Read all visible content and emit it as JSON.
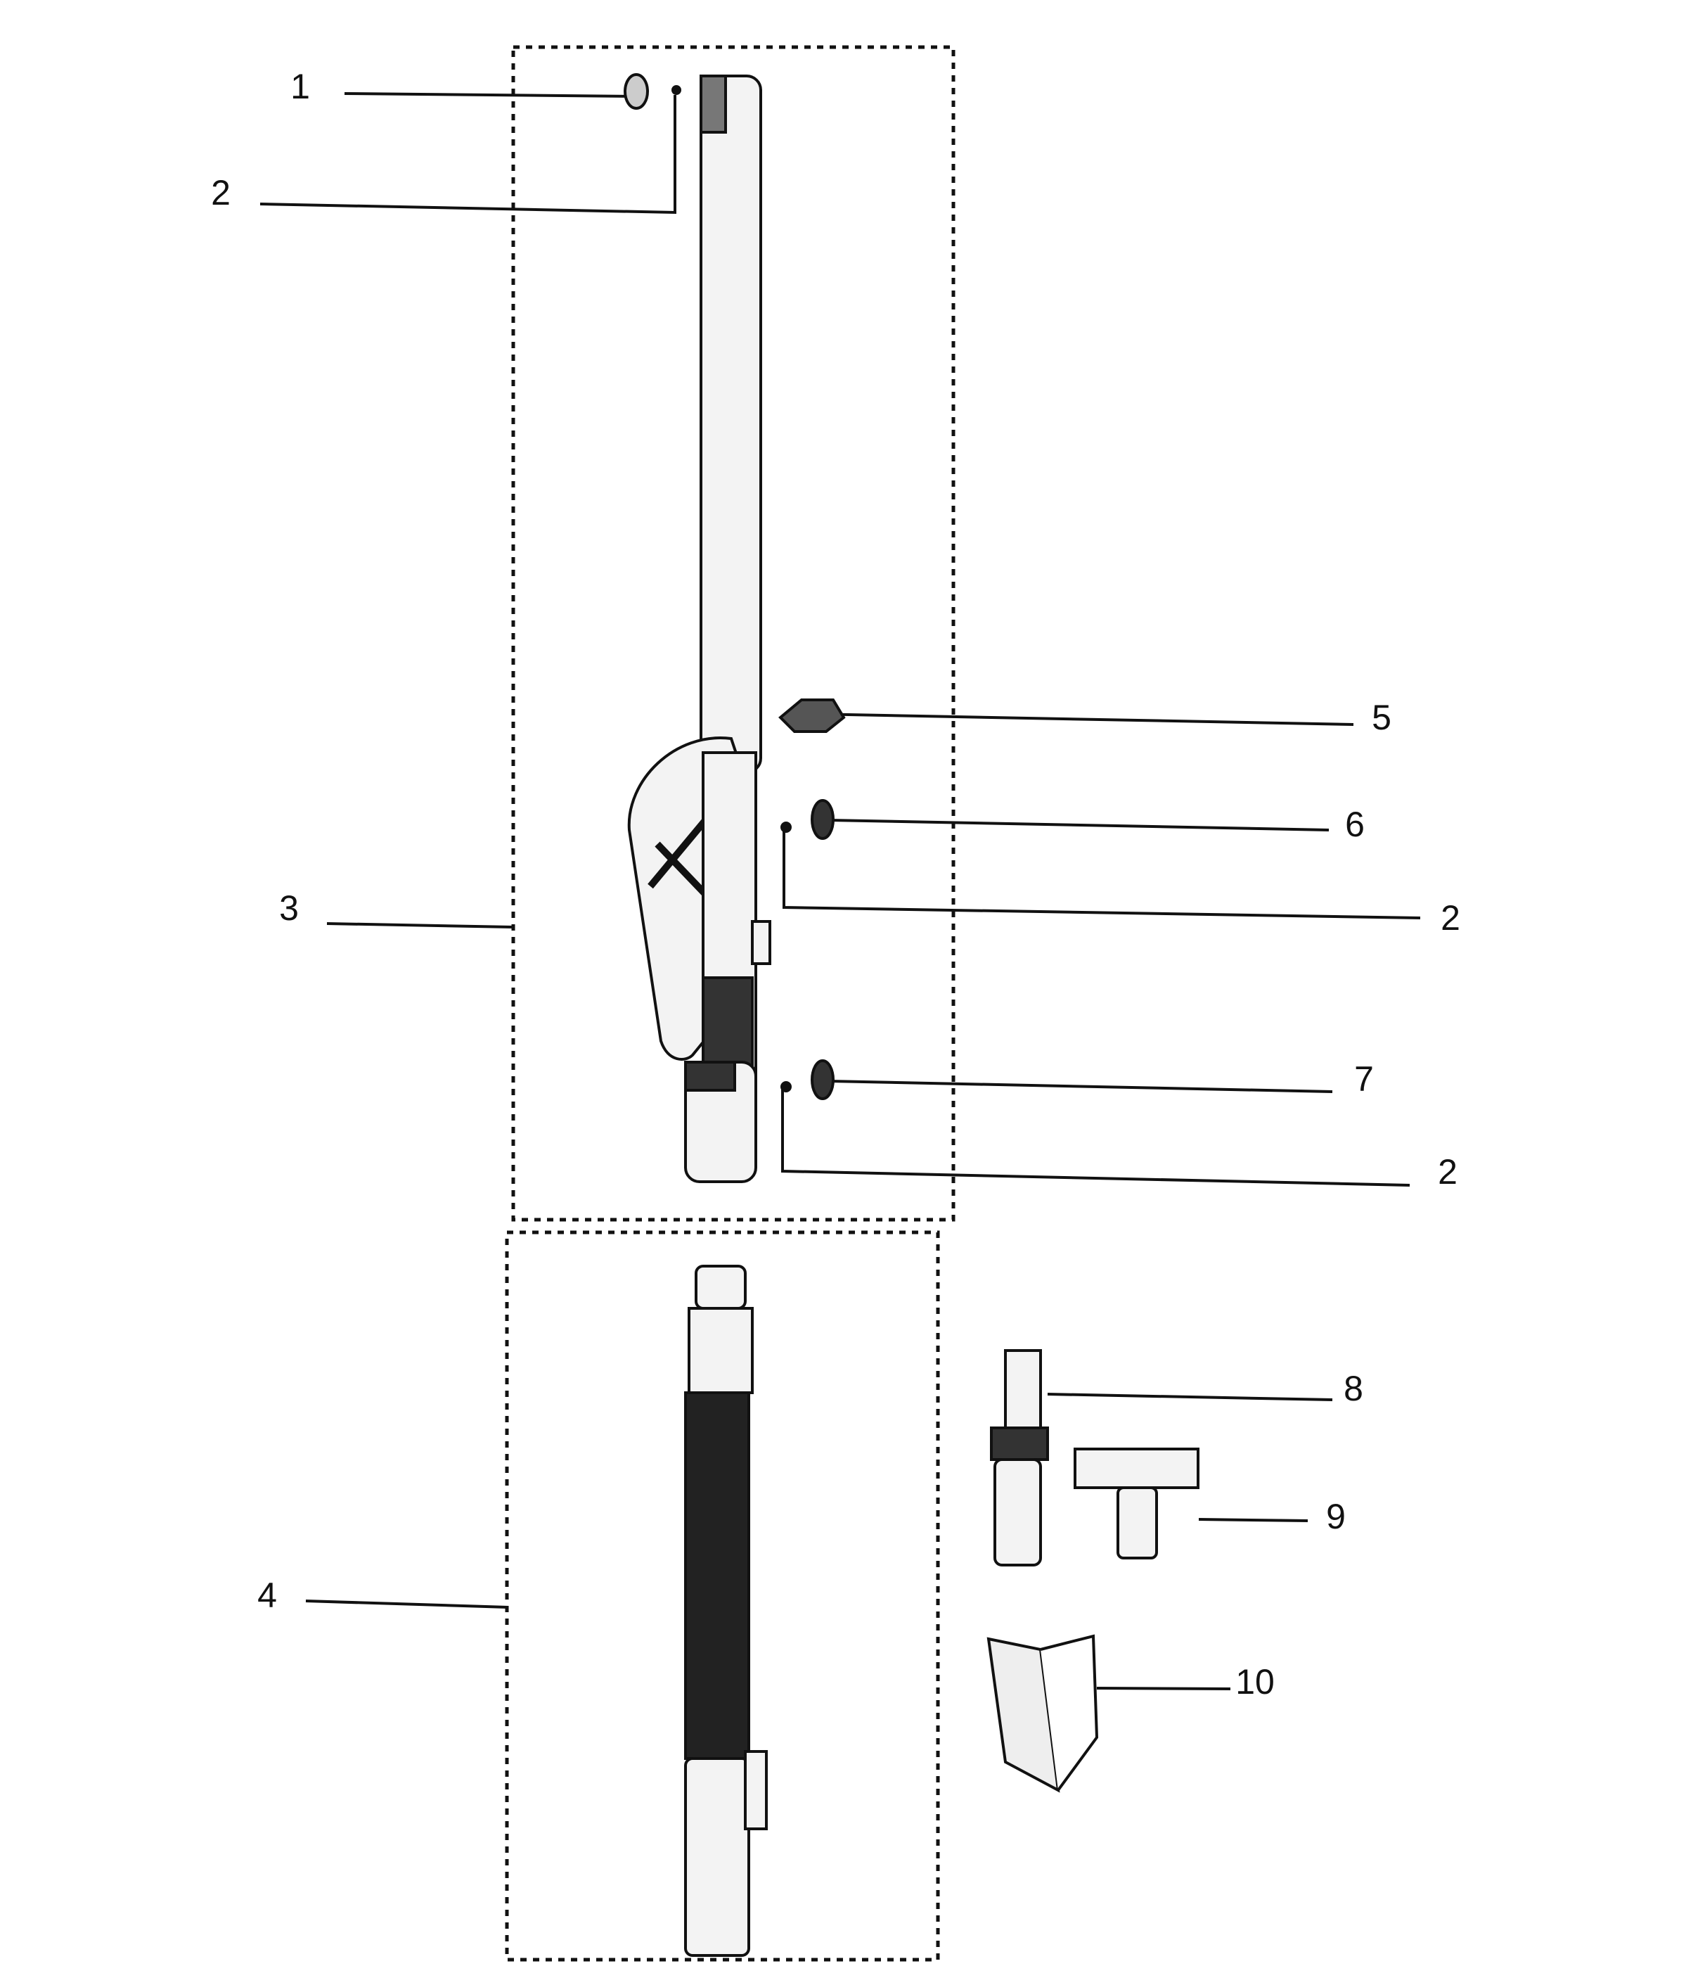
{
  "diagram": {
    "type": "exploded parts diagram",
    "callouts": [
      {
        "id": "c1",
        "label": "1"
      },
      {
        "id": "c2a",
        "label": "2"
      },
      {
        "id": "c3",
        "label": "3"
      },
      {
        "id": "c4",
        "label": "4"
      },
      {
        "id": "c5",
        "label": "5"
      },
      {
        "id": "c6",
        "label": "6"
      },
      {
        "id": "c2b",
        "label": "2"
      },
      {
        "id": "c7",
        "label": "7"
      },
      {
        "id": "c2c",
        "label": "2"
      },
      {
        "id": "c8",
        "label": "8"
      },
      {
        "id": "c9",
        "label": "9"
      },
      {
        "id": "c10",
        "label": "10"
      }
    ]
  }
}
